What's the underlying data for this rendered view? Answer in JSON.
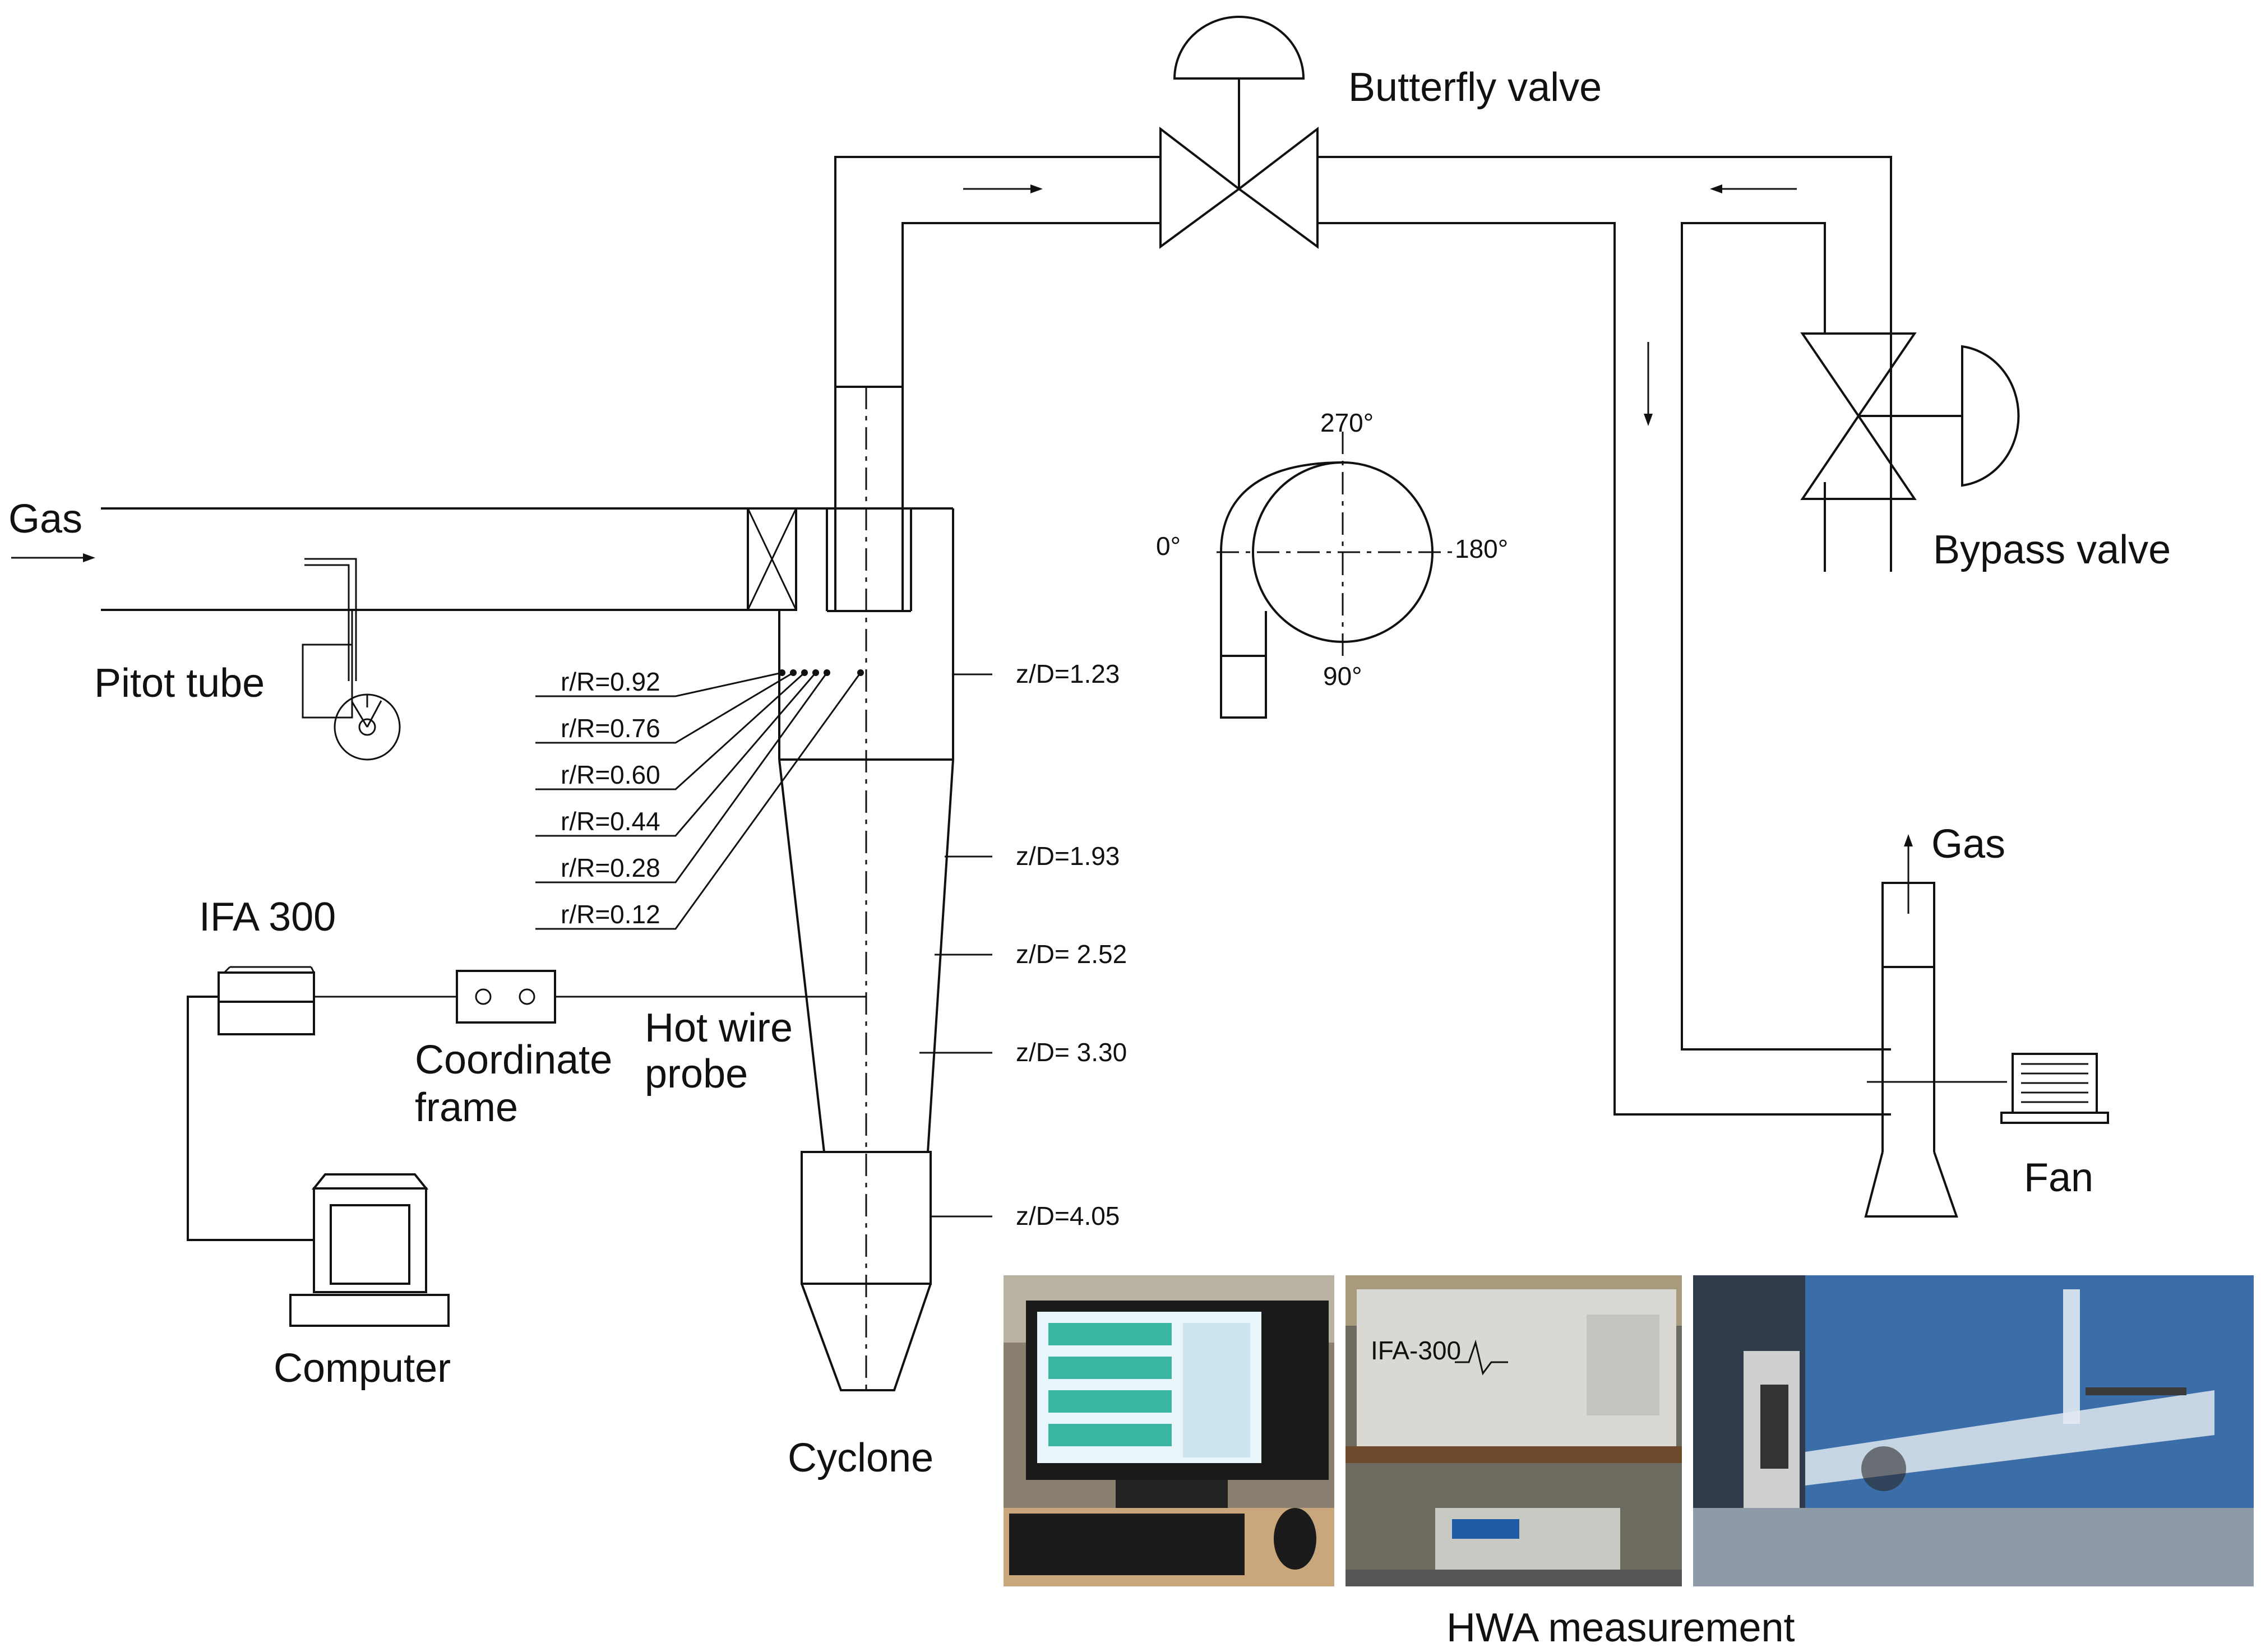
{
  "labels": {
    "butterfly_valve": "Butterfly valve",
    "bypass_valve": "Bypass valve",
    "gas_in": "Gas",
    "gas_out": "Gas",
    "pitot_tube": "Pitot tube",
    "ifa": "IFA 300",
    "coordinate_frame_1": "Coordinate",
    "coordinate_frame_2": "frame",
    "hot_wire_1": "Hot wire",
    "hot_wire_2": "probe",
    "computer": "Computer",
    "cyclone": "Cyclone",
    "fan": "Fan",
    "hwa": "HWA measurement"
  },
  "radial_positions": [
    "r/R=0.92",
    "r/R=0.76",
    "r/R=0.60",
    "r/R=0.44",
    "r/R=0.28",
    "r/R=0.12"
  ],
  "axial_positions": [
    "z/D=1.23",
    "z/D=1.93",
    "z/D= 2.52",
    "z/D= 3.30",
    "z/D=4.05"
  ],
  "angles": {
    "a270": "270°",
    "a0": "0°",
    "a180": "180°",
    "a90": "90°"
  },
  "photos": {
    "screen_brand": "",
    "ifa_box_label": "IFA-300"
  }
}
